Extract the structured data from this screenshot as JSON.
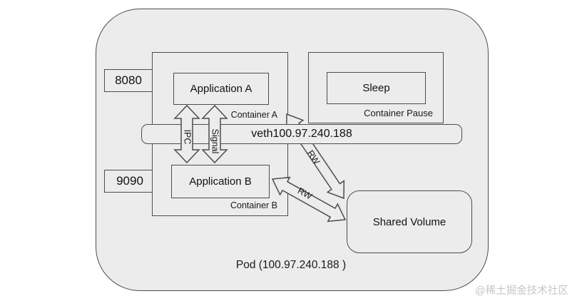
{
  "diagram": {
    "pod_label": "Pod (100.97.240.188 )",
    "ports": {
      "port_a": "8080",
      "port_b": "9090"
    },
    "containers": {
      "a": {
        "app": "Application A",
        "label": "Container A"
      },
      "b": {
        "app": "Application B",
        "label": "Container B"
      },
      "pause": {
        "app": "Sleep",
        "label": "Container Pause"
      }
    },
    "network": {
      "veth_label": "veth100.97.240.188"
    },
    "volume": {
      "label": "Shared Volume"
    },
    "arrows": {
      "ipc": "IPC",
      "signal": "Signal",
      "rw_veth_volume": "RW",
      "rw_container_volume": "RW"
    },
    "colors": {
      "shape_fill": "#ececec",
      "border": "#4d4d4d",
      "text": "#1a1a1a",
      "watermark": "#c6c6c6",
      "background": "#ffffff"
    }
  },
  "watermark": "@稀土掘金技术社区"
}
